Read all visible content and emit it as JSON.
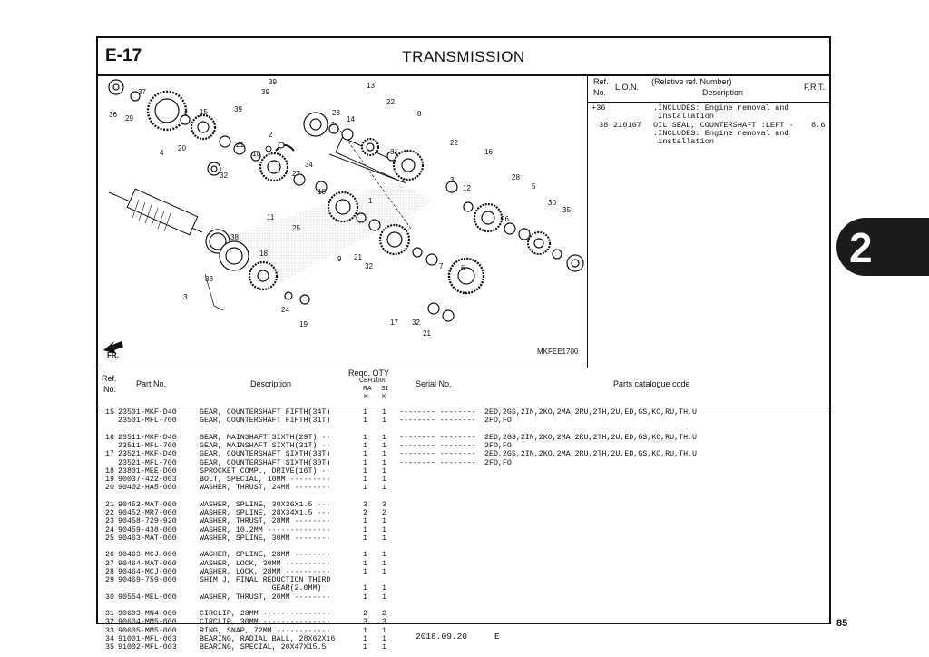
{
  "header": {
    "section_code": "E-17",
    "title": "TRANSMISSION"
  },
  "diagram": {
    "labels": [
      "39",
      "37",
      "13",
      "39",
      "22",
      "36",
      "29",
      "39",
      "15",
      "2",
      "23",
      "14",
      "8",
      "4",
      "20",
      "21",
      "10",
      "3",
      "22",
      "16",
      "34",
      "32",
      "27",
      "31",
      "1",
      "12",
      "28",
      "5",
      "11",
      "25",
      "10",
      "26",
      "30",
      "35",
      "38",
      "9",
      "21",
      "7",
      "6",
      "18",
      "32",
      "33",
      "24",
      "3",
      "19",
      "17",
      "32",
      "21"
    ],
    "figure_code": "MKFEE1700",
    "front_mark": "FR."
  },
  "ref_table": {
    "head_ref": "Ref.",
    "head_no": "No.",
    "head_lon": "L.O.N.",
    "head_rel": "(Relative ref. Number)",
    "head_desc": "Description",
    "head_frt": "F.R.T.",
    "rows": [
      {
        "ref": "+36",
        "lon": "",
        "desc": ".INCLUDES: Engine removal and",
        "frt": ""
      },
      {
        "ref": "",
        "lon": "",
        "desc": " installation",
        "frt": ""
      },
      {
        "ref": "38",
        "lon": "210167",
        "desc": "OIL SEAL, COUNTERSHAFT :LEFT ·",
        "frt": "8.6"
      },
      {
        "ref": "",
        "lon": "",
        "desc": ".INCLUDES: Engine removal and",
        "frt": ""
      },
      {
        "ref": "",
        "lon": "",
        "desc": " installation",
        "frt": ""
      }
    ]
  },
  "parts_table": {
    "h_ref1": "Ref.",
    "h_ref2": "No.",
    "h_part": "Part No.",
    "h_desc": "Description",
    "h_reqd": "Reqd. QTY",
    "h_model": "CBR1000",
    "h_ra": "RA",
    "h_s1": "S1",
    "h_k1": "K",
    "h_k2": "K",
    "h_serial": "Serial No.",
    "h_catalog": "Parts catalogue code",
    "rows": [
      {
        "ref": "15",
        "part": "23501-MKF-D40",
        "desc": "GEAR, COUNTERSHAFT FIFTH(34T)",
        "q1": "1",
        "q2": "1",
        "serial": "-------- --------",
        "code": "2ED,2GS,2IN,2KO,2MA,2RU,2TH,2U,ED,GS,KO,RU,TH,U"
      },
      {
        "ref": "",
        "part": "23501-MFL-700",
        "desc": "GEAR, COUNTERSHAFT FIFTH(31T)",
        "q1": "1",
        "q2": "1",
        "serial": "-------- --------",
        "code": "2FO,FO"
      },
      {
        "ref": "",
        "part": "",
        "desc": "",
        "q1": "",
        "q2": "",
        "serial": "",
        "code": ""
      },
      {
        "ref": "16",
        "part": "23511-MKF-D40",
        "desc": "GEAR, MAINSHAFT SIXTH(29T) ··",
        "q1": "1",
        "q2": "1",
        "serial": "-------- --------",
        "code": "2ED,2GS,2IN,2KO,2MA,2RU,2TH,2U,ED,GS,KO,RU,TH,U"
      },
      {
        "ref": "",
        "part": "23511-MFL-700",
        "desc": "GEAR, MAINSHAFT SIXTH(31T) ··",
        "q1": "1",
        "q2": "1",
        "serial": "-------- --------",
        "code": "2FO,FO"
      },
      {
        "ref": "17",
        "part": "23521-MKF-D40",
        "desc": "GEAR, COUNTERSHAFT SIXTH(33T)",
        "q1": "1",
        "q2": "1",
        "serial": "-------- --------",
        "code": "2ED,2GS,2IN,2KO,2MA,2RU,2TH,2U,ED,GS,KO,RU,TH,U"
      },
      {
        "ref": "",
        "part": "23521-MFL-700",
        "desc": "GEAR, COUNTERSHAFT SIXTH(30T)",
        "q1": "1",
        "q2": "1",
        "serial": "-------- --------",
        "code": "2FO,FO"
      },
      {
        "ref": "18",
        "part": "23801-MEE-D00",
        "desc": "SPROCKET COMP., DRIVE(16T) ··",
        "q1": "1",
        "q2": "1",
        "serial": "",
        "code": ""
      },
      {
        "ref": "19",
        "part": "90037-422-003",
        "desc": "BOLT, SPECIAL, 10MM ·········",
        "q1": "1",
        "q2": "1",
        "serial": "",
        "code": ""
      },
      {
        "ref": "20",
        "part": "90402-HA5-000",
        "desc": "WASHER, THRUST, 24MM ········",
        "q1": "1",
        "q2": "1",
        "serial": "",
        "code": ""
      },
      {
        "ref": "",
        "part": "",
        "desc": "",
        "q1": "",
        "q2": "",
        "serial": "",
        "code": ""
      },
      {
        "ref": "21",
        "part": "90452-MAT-000",
        "desc": "WASHER, SPLINE, 30X36X1.5 ···",
        "q1": "3",
        "q2": "3",
        "serial": "",
        "code": ""
      },
      {
        "ref": "22",
        "part": "90452-MR7-000",
        "desc": "WASHER, SPLINE, 28X34X1.5 ···",
        "q1": "2",
        "q2": "2",
        "serial": "",
        "code": ""
      },
      {
        "ref": "23",
        "part": "90458-729-920",
        "desc": "WASHER, THRUST, 28MM ········",
        "q1": "1",
        "q2": "1",
        "serial": "",
        "code": ""
      },
      {
        "ref": "24",
        "part": "90459-438-000",
        "desc": "WASHER, 10.2MM ··············",
        "q1": "1",
        "q2": "1",
        "serial": "",
        "code": ""
      },
      {
        "ref": "25",
        "part": "90463-MAT-000",
        "desc": "WASHER, SPLINE, 30MM ········",
        "q1": "1",
        "q2": "1",
        "serial": "",
        "code": ""
      },
      {
        "ref": "",
        "part": "",
        "desc": "",
        "q1": "",
        "q2": "",
        "serial": "",
        "code": ""
      },
      {
        "ref": "26",
        "part": "90463-MCJ-000",
        "desc": "WASHER, SPLINE, 28MM ········",
        "q1": "1",
        "q2": "1",
        "serial": "",
        "code": ""
      },
      {
        "ref": "27",
        "part": "90464-MAT-000",
        "desc": "WASHER, LOCK, 30MM ··········",
        "q1": "1",
        "q2": "1",
        "serial": "",
        "code": ""
      },
      {
        "ref": "28",
        "part": "90464-MCJ-000",
        "desc": "WASHER, LOCK, 28MM ··········",
        "q1": "1",
        "q2": "1",
        "serial": "",
        "code": ""
      },
      {
        "ref": "29",
        "part": "90469-759-000",
        "desc": "SHIM J, FINAL REDUCTION THIRD",
        "q1": "",
        "q2": "",
        "serial": "",
        "code": ""
      },
      {
        "ref": "",
        "part": "",
        "desc": "                GEAR(2.0MM)",
        "q1": "1",
        "q2": "1",
        "serial": "",
        "code": ""
      },
      {
        "ref": "30",
        "part": "90554-MEL-000",
        "desc": "WASHER, THRUST, 20MM ········",
        "q1": "1",
        "q2": "1",
        "serial": "",
        "code": ""
      },
      {
        "ref": "",
        "part": "",
        "desc": "",
        "q1": "",
        "q2": "",
        "serial": "",
        "code": ""
      },
      {
        "ref": "31",
        "part": "90603-MN4-000",
        "desc": "CIRCLIP, 28MM ···············",
        "q1": "2",
        "q2": "2",
        "serial": "",
        "code": ""
      },
      {
        "ref": "32",
        "part": "90604-MM5-000",
        "desc": "CIRCLIP, 30MM ···············",
        "q1": "3",
        "q2": "3",
        "serial": "",
        "code": ""
      },
      {
        "ref": "33",
        "part": "90605-MM5-000",
        "desc": "RING, SNAP, 72MM ············",
        "q1": "1",
        "q2": "1",
        "serial": "",
        "code": ""
      },
      {
        "ref": "34",
        "part": "91001-MFL-003",
        "desc": "BEARING, RADIAL BALL, 28X62X16",
        "q1": "1",
        "q2": "1",
        "serial": "",
        "code": ""
      },
      {
        "ref": "35",
        "part": "91002-MFL-003",
        "desc": "BEARING, SPECIAL, 20X47X15.5",
        "q1": "1",
        "q2": "1",
        "serial": "",
        "code": ""
      }
    ]
  },
  "page": {
    "number": "85",
    "date": "2018.09.20",
    "lang": "E",
    "chapter_tab": "2"
  }
}
